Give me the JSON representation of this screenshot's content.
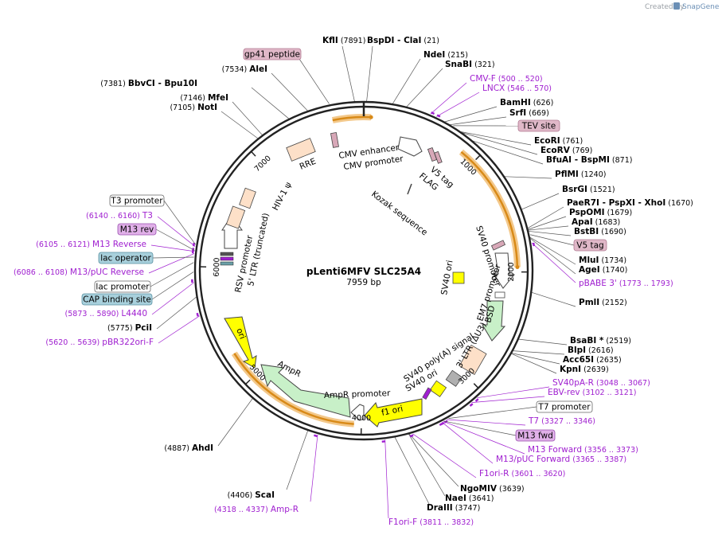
{
  "credit": {
    "prefix": "Created by",
    "brand": "SnapGene"
  },
  "plasmid": {
    "name": "pLenti6MFV SLC25A4",
    "length": 7959,
    "length_label": "7959 bp"
  },
  "ticks": [
    "1000",
    "2000",
    "3000",
    "4000",
    "5000",
    "6000",
    "7000"
  ],
  "enzymes": [
    {
      "name": "KflI",
      "pos": "(7891)"
    },
    {
      "name": "BspDI",
      "pos": "(21)",
      "alias": "ClaI"
    },
    {
      "name": "NdeI",
      "pos": "(215)"
    },
    {
      "name": "SnaBI",
      "pos": "(321)"
    },
    {
      "name": "BamHI",
      "pos": "(626)"
    },
    {
      "name": "SrfI",
      "pos": "(669)"
    },
    {
      "name": "EcoRI",
      "pos": "(761)"
    },
    {
      "name": "EcoRV",
      "pos": "(769)"
    },
    {
      "name": "BfuAI",
      "pos": "(871)",
      "alias": "BspMI"
    },
    {
      "name": "PflMI",
      "pos": "(1240)"
    },
    {
      "name": "BsrGI",
      "pos": "(1521)"
    },
    {
      "name": "PaeR7I",
      "pos": "(1670)",
      "alias": "PspXI",
      "alias2": "XhoI"
    },
    {
      "name": "PspOMI",
      "pos": "(1679)"
    },
    {
      "name": "ApaI",
      "pos": "(1683)"
    },
    {
      "name": "BstBI",
      "pos": "(1690)"
    },
    {
      "name": "MluI",
      "pos": "(1734)"
    },
    {
      "name": "AgeI",
      "pos": "(1740)"
    },
    {
      "name": "PmlI",
      "pos": "(2152)"
    },
    {
      "name": "BsaBI *",
      "pos": "(2519)"
    },
    {
      "name": "BlpI",
      "pos": "(2616)"
    },
    {
      "name": "Acc65I",
      "pos": "(2635)"
    },
    {
      "name": "KpnI",
      "pos": "(2639)"
    },
    {
      "name": "NgoMIV",
      "pos": "(3639)"
    },
    {
      "name": "NaeI",
      "pos": "(3641)"
    },
    {
      "name": "DraIII",
      "pos": "(3747)"
    },
    {
      "name": "ScaI",
      "pos": "(4406)"
    },
    {
      "name": "AhdI",
      "pos": "(4887)"
    },
    {
      "name": "PciI",
      "pos": "(5775)"
    },
    {
      "name": "NotI",
      "pos": "(7105)"
    },
    {
      "name": "MfeI",
      "pos": "(7146)"
    },
    {
      "name": "BbvCI",
      "pos": "(7381)",
      "alias": "Bpu10I"
    },
    {
      "name": "AleI",
      "pos": "(7534)"
    }
  ],
  "primers": [
    {
      "name": "CMV-F",
      "range": "(500 .. 520)"
    },
    {
      "name": "LNCX",
      "range": "(546 .. 570)"
    },
    {
      "name": "pBABE 3'",
      "range": "(1773 .. 1793)"
    },
    {
      "name": "SV40pA-R",
      "range": "(3048 .. 3067)"
    },
    {
      "name": "EBV-rev",
      "range": "(3102 .. 3121)"
    },
    {
      "name": "T7",
      "range": "(3327 .. 3346)"
    },
    {
      "name": "M13 Forward",
      "range": "(3356 .. 3373)"
    },
    {
      "name": "M13/pUC Forward",
      "range": "(3365 .. 3387)"
    },
    {
      "name": "F1ori-R",
      "range": "(3601 .. 3620)"
    },
    {
      "name": "F1ori-F",
      "range": "(3811 .. 3832)"
    },
    {
      "name": "Amp-R",
      "range": "(4318 .. 4337)"
    },
    {
      "name": "pBR322ori-F",
      "range": "(5620 .. 5639)"
    },
    {
      "name": "L4440",
      "range": "(5873 .. 5890)"
    },
    {
      "name": "M13/pUC Reverse",
      "range": "(6086 .. 6108)"
    },
    {
      "name": "M13 Reverse",
      "range": "(6105 .. 6121)"
    },
    {
      "name": "T3",
      "range": "(6140 .. 6160)"
    }
  ],
  "boxed_labels": {
    "gp41": "gp41 peptide",
    "tev": "TEV site",
    "v5tag": "V5 tag",
    "t3_promoter": "T3 promoter",
    "m13_rev": "M13 rev",
    "lac_operator": "lac operator",
    "lac_promoter": "lac promoter",
    "cap_site": "CAP binding site",
    "t7_promoter": "T7 promoter",
    "m13_fwd": "M13 fwd"
  },
  "features": {
    "cmv_enhancer": "CMV enhancer",
    "cmv_promoter": "CMV promoter",
    "v5_tag": "V5 tag",
    "flag": "FLAG",
    "kozak": "Kozak sequence",
    "sv40_promoter": "SV40 promoter",
    "em7_promoter": "EM7 promoter",
    "bsd": "BSD",
    "sv40_ori_inner": "SV40 ori",
    "ltr3": "3' LTR (ΔU3)",
    "sv40_polya": "SV40 poly(A) signal",
    "sv40_ori_low": "SV40 ori",
    "f1_ori": "f1 ori",
    "ampr_promoter": "AmpR promoter",
    "ampr": "AmpR",
    "ori": "ori",
    "rsv_promoter": "RSV promoter",
    "ltr5": "5' LTR (truncated)",
    "hiv_psi": "HIV-1 ψ",
    "rre": "RRE"
  },
  "colors": {
    "backbone": "#222222",
    "orange_arc": "#f0a030",
    "primer": "#a020d0",
    "feature_pink": "#d8a8b8",
    "feature_tan": "#fde0c8",
    "feature_green": "#c8f0c8",
    "feature_yellow": "#ffff00",
    "feature_grey": "#b0b0b0",
    "box_blue": "#a8d0dc",
    "box_purple": "#e0b0e8",
    "box_pink": "#e0b8c8"
  }
}
